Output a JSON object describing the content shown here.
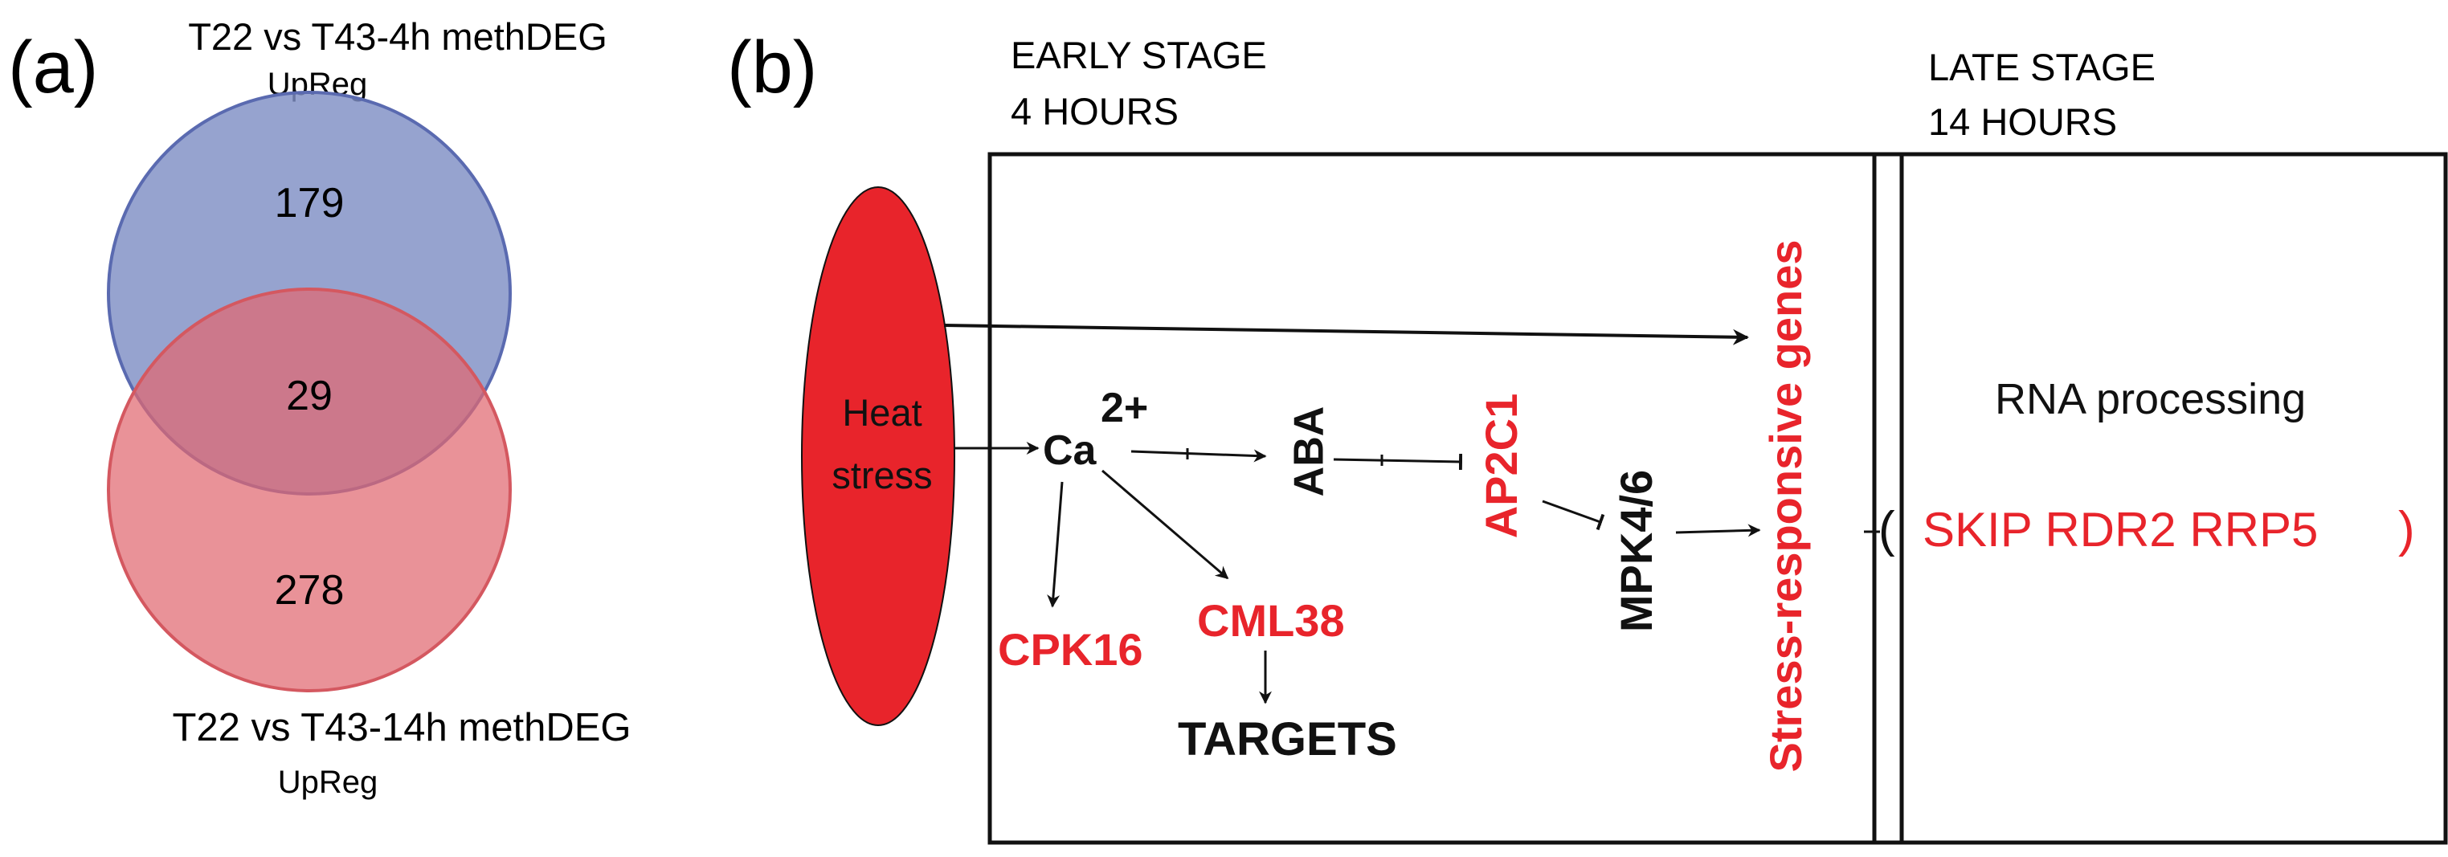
{
  "panel_a": {
    "label": "(a)",
    "top_title": "T22 vs T43-4h methDEG",
    "top_subtitle": "UpReg",
    "bottom_title": "T22 vs T43-14h methDEG",
    "bottom_subtitle": "UpReg",
    "count_top_only": "179",
    "count_overlap": "29",
    "count_bottom_only": "278",
    "colors": {
      "top_circle": "#7f8fc4",
      "bottom_circle": "#e06870"
    }
  },
  "panel_b": {
    "label": "(b)",
    "early_stage_line1": "EARLY STAGE",
    "early_stage_line2": "4 HOURS",
    "late_stage_line1": "LATE STAGE",
    "late_stage_line2": "14 HOURS",
    "heat_line1": "Heat",
    "heat_line2": "stress",
    "ca": "Ca",
    "ca_superscript": "2+",
    "aba": "ABA",
    "ap2c1": "AP2C1",
    "mpk": "MPK4/6",
    "stress_genes": "Stress-responsive genes",
    "cpk16": "CPK16",
    "cml38": "CML38",
    "targets": "TARGETS",
    "rna_processing": "RNA processing",
    "genes_open": "(",
    "genes": "SKIP RDR2 RRP5",
    "genes_close": ")",
    "colors": {
      "red": "#e8242b",
      "black": "#111111"
    }
  }
}
